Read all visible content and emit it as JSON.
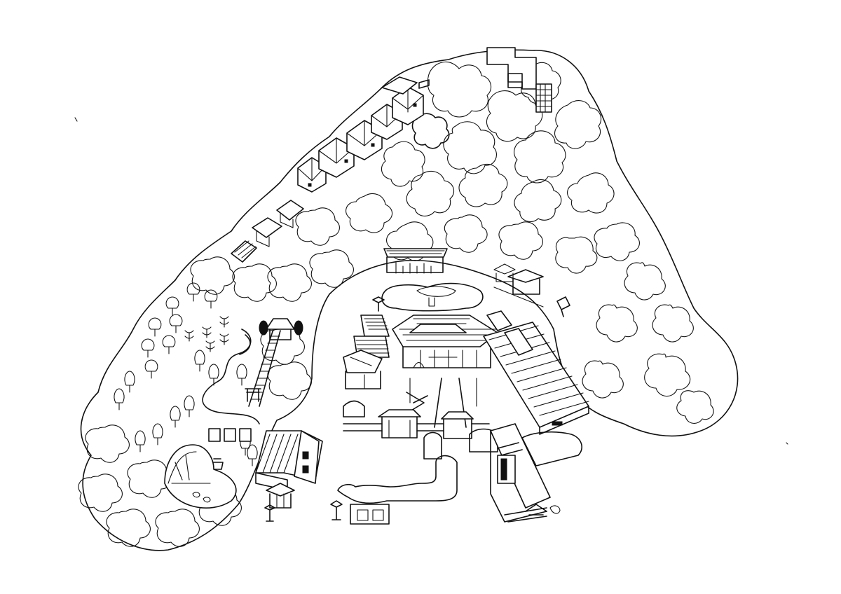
{
  "map": {
    "style": "black line-art illustrated temple grounds",
    "colors": {
      "ink": "#111111",
      "paper": "#ffffff"
    },
    "features": [
      "tree-canopy",
      "hillside-row-houses",
      "temple-main-hall",
      "temple-gate",
      "long-hall",
      "side-hall",
      "stone-stairway",
      "orchard-trees",
      "pond-garden",
      "cemetery-stones",
      "hedges",
      "stone-lanterns",
      "notice-board"
    ]
  }
}
